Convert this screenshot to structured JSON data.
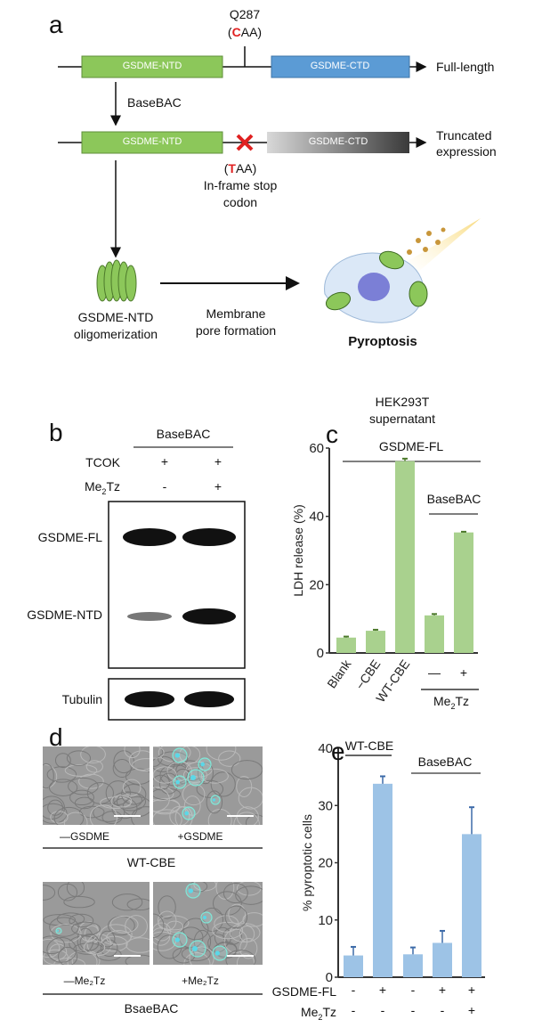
{
  "panels": {
    "a": {
      "label": "a",
      "mutation": "Q287",
      "codon_open": "(",
      "codon_mut_orig": "C",
      "codon_rest": "AA)",
      "ntd": "GSDME-NTD",
      "ctd": "GSDME-CTD",
      "full_length": "Full-length",
      "basebac": "BaseBAC",
      "truncated_1": "Truncated",
      "truncated_2": "expression",
      "stop_mut": "T",
      "stop_1": "In-frame stop",
      "stop_2": "codon",
      "olig_1": "GSDME-NTD",
      "olig_2": "oligomerization",
      "pore_1": "Membrane",
      "pore_2": "pore formation",
      "pyroptosis": "Pyroptosis",
      "colors": {
        "ntd": "#8cc75a",
        "ctd": "#5b9bd5",
        "stop": "#e02020"
      }
    },
    "b": {
      "label": "b",
      "group": "BaseBAC",
      "row1": "TCOK",
      "row1_vals": [
        "+",
        "+"
      ],
      "row2_pre": "Me",
      "row2_sub": "2",
      "row2_post": "Tz",
      "row2_vals": [
        "-",
        "+"
      ],
      "band_fl": "GSDME-FL",
      "band_ntd": "GSDME-NTD",
      "band_tub": "Tubulin"
    },
    "c": {
      "label": "c",
      "cell_1": "HEK293T",
      "cell_2": "supernatant",
      "group_fl": "GSDME-FL",
      "group_bb": "BaseBAC",
      "me2tz_signs": [
        "—",
        "+"
      ],
      "me2tz_pre": "Me",
      "me2tz_sub": "2",
      "me2tz_post": "Tz"
    },
    "d": {
      "label": "d",
      "top_left": "—GSDME",
      "top_right": "+GSDME",
      "top_group": "WT-CBE",
      "bot_left": "—Me₂Tz",
      "bot_right": "+Me₂Tz",
      "bot_group": "BsaeBAC"
    },
    "e": {
      "label": "e",
      "group_wt": "WT-CBE",
      "group_bb": "BaseBAC",
      "row1": "GSDME-FL",
      "row1_vals": [
        "-",
        "+",
        "-",
        "+",
        "+"
      ],
      "row2_pre": "Me",
      "row2_sub": "2",
      "row2_post": "Tz",
      "row2_vals": [
        "-",
        "-",
        "-",
        "-",
        "+"
      ]
    }
  },
  "chart_data": [
    {
      "id": "c",
      "type": "bar",
      "categories": [
        "Blank",
        "−CBE",
        "WT-CBE",
        "−",
        "+"
      ],
      "values": [
        4.5,
        6.5,
        56.2,
        11.0,
        35.3
      ],
      "errors": [
        0.3,
        0.3,
        0.7,
        0.4,
        0.2
      ],
      "ylabel": "LDH release (%)",
      "ylim": [
        0,
        60
      ],
      "yticks": [
        0,
        20,
        40,
        60
      ],
      "color": "#a9d18e"
    },
    {
      "id": "e",
      "type": "bar",
      "categories": [
        "1",
        "2",
        "3",
        "4",
        "5"
      ],
      "values": [
        3.8,
        33.8,
        4.0,
        6.0,
        25.0
      ],
      "errors": [
        1.5,
        1.3,
        1.2,
        2.1,
        4.7
      ],
      "ylabel": "% pyroptotic cells",
      "ylim": [
        0,
        40
      ],
      "yticks": [
        0,
        10,
        20,
        30,
        40
      ],
      "color": "#9dc3e6"
    }
  ]
}
